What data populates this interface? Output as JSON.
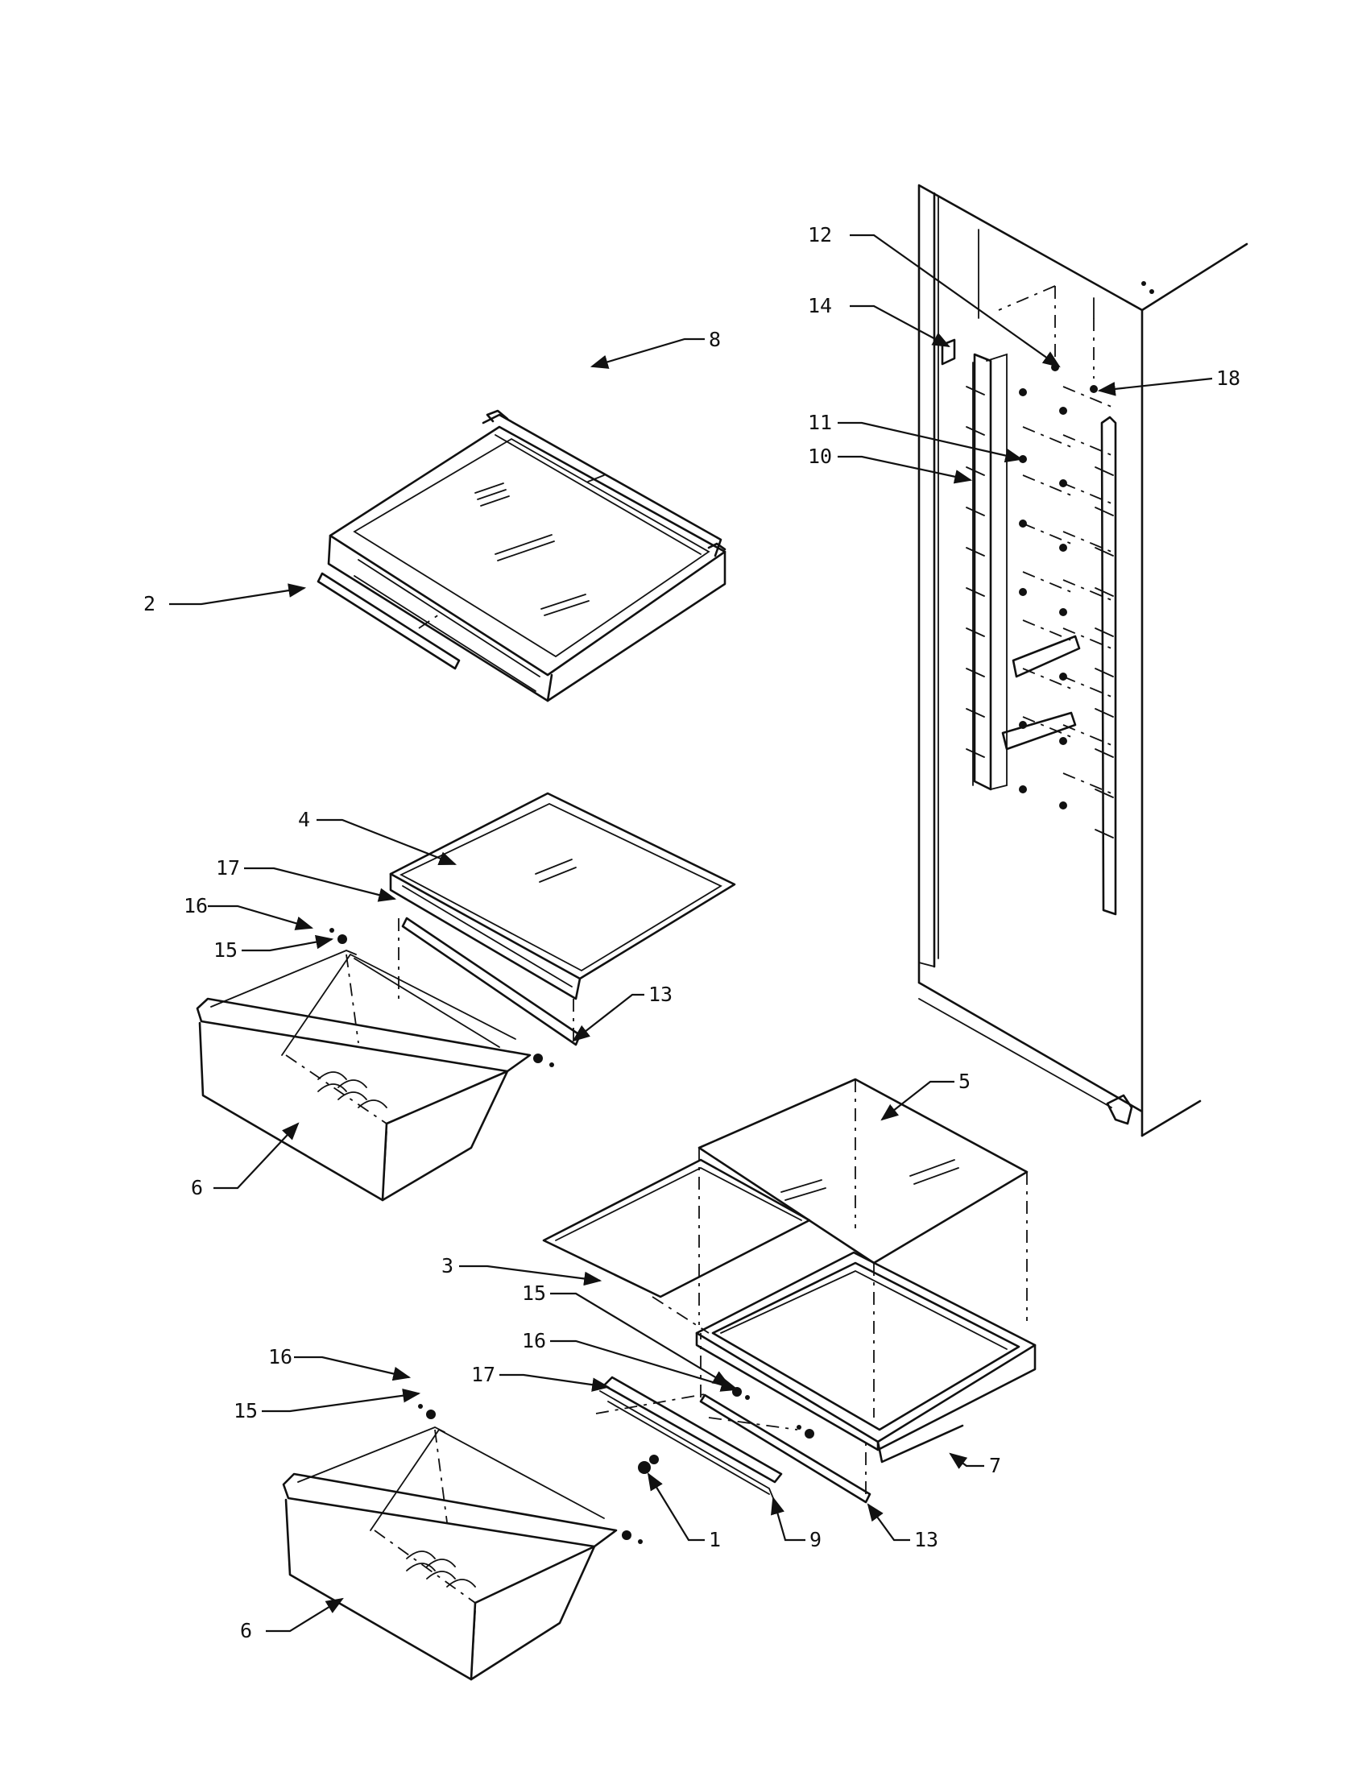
{
  "callouts": {
    "c1": "1",
    "c2": "2",
    "c3": "3",
    "c4": "4",
    "c5": "5",
    "c6a": "6",
    "c6b": "6",
    "c7": "7",
    "c8": "8",
    "c9": "9",
    "c10": "10",
    "c11": "11",
    "c12": "12",
    "c13a": "13",
    "c13b": "13",
    "c14": "14",
    "c15a": "15",
    "c15b": "15",
    "c15c": "15",
    "c16a": "16",
    "c16b": "16",
    "c16c": "16",
    "c17a": "17",
    "c17b": "17",
    "c18": "18"
  }
}
